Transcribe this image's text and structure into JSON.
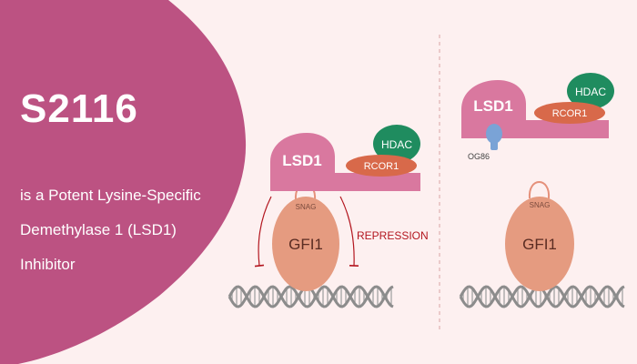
{
  "title": "S2116",
  "subtitle_lines": [
    "is a Potent Lysine-Specific",
    "Demethylase 1 (LSD1)",
    "Inhibitor"
  ],
  "left_panel": {
    "lsd1": "LSD1",
    "hdac": "HDAC",
    "rcor1": "RCOR1",
    "snag": "SNAG",
    "gfi1": "GFI1",
    "repression": "REPRESSION"
  },
  "right_panel": {
    "lsd1": "LSD1",
    "hdac": "HDAC",
    "rcor1": "RCOR1",
    "inhibitor": "OG86",
    "snag": "SNAG",
    "gfi1": "GFI1"
  },
  "colors": {
    "background": "#fdf0f0",
    "blob": "#bc5282",
    "lsd1": "#d9789f",
    "hdac": "#1f8c5f",
    "rcor1": "#d8694a",
    "gfi1": "#e59b80",
    "repression": "#b3161f",
    "inhibitor": "#7aa3d6",
    "dna": "#909090"
  }
}
